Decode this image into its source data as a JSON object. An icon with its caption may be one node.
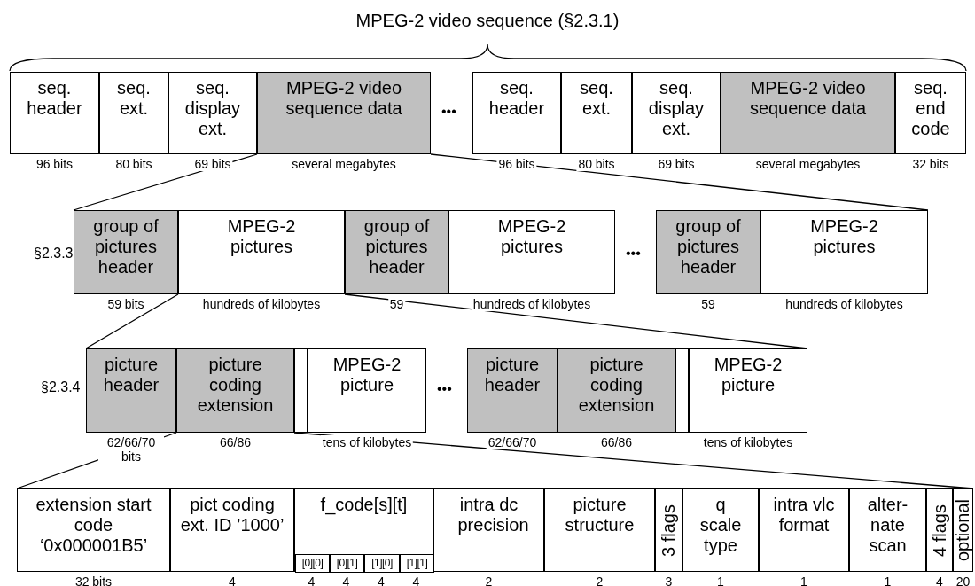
{
  "diagram": {
    "title": "MPEG-2 video sequence (§2.3.1)",
    "nodes": [
      {
        "text": [
          "seq. header"
        ],
        "beside": [
          "96 bits"
        ]
      },
      {
        "text": [
          "seq. ext."
        ],
        "beside": [
          "80 bits"
        ]
      },
      {
        "text": [
          "seq. display ext."
        ],
        "beside": [
          "69 bits"
        ]
      },
      {
        "text": [
          "MPEG-2 video sequence data"
        ],
        "beside": [
          "several megabytes"
        ]
      },
      {
        "text": [
          "seq. header"
        ],
        "beside": [
          "96 bits"
        ]
      },
      {
        "text": [
          "seq. ext."
        ],
        "beside": [
          "80 bits"
        ]
      },
      {
        "text": [
          "seq. display ext."
        ],
        "beside": [
          "69 bits"
        ]
      },
      {
        "text": [
          "MPEG-2 video sequence data"
        ],
        "beside": [
          "several megabytes"
        ]
      },
      {
        "text": [
          "seq. end code"
        ],
        "beside": [
          "32 bits"
        ]
      },
      {
        "text": [
          "group of pictures header"
        ],
        "beside": [
          "59 bits"
        ]
      },
      {
        "text": [
          "MPEG-2 pictures"
        ],
        "beside": [
          "hundreds of kilobytes"
        ]
      },
      {
        "text": [
          "group of pictures header"
        ],
        "beside": [
          "59"
        ]
      },
      {
        "text": [
          "MPEG-2 pictures"
        ],
        "beside": [
          "hundreds of kilobytes"
        ]
      },
      {
        "text": [
          "group of pictures header"
        ],
        "beside": [
          "59"
        ]
      },
      {
        "text": [
          "MPEG-2 pictures"
        ],
        "beside": [
          "hundreds of kilobytes"
        ]
      },
      {
        "text": [
          "picture header"
        ],
        "beside": [
          "62/66/70 bits"
        ]
      },
      {
        "text": [
          "picture coding extension"
        ],
        "beside": [
          "66/86"
        ]
      },
      {
        "text": [],
        "shape": "box"
      },
      {
        "text": [
          "MPEG-2 picture"
        ],
        "beside": [
          "tens of kilobytes"
        ]
      },
      {
        "text": [
          "picture header"
        ],
        "beside": [
          "62/66/70"
        ]
      },
      {
        "text": [
          "picture coding extension"
        ],
        "beside": [
          "66/86"
        ]
      },
      {
        "text": [],
        "shape": "box"
      },
      {
        "text": [
          "MPEG-2 picture"
        ],
        "beside": [
          "tens of kilobytes"
        ]
      },
      {
        "text": [
          "extension start code ‘0x000001B5’"
        ],
        "beside": [
          "32 bits"
        ]
      },
      {
        "text": [
          "pict coding ext. ID ’1000’"
        ],
        "beside": [
          "4"
        ]
      },
      {
        "text": [
          "f_code[s][t]"
        ]
      },
      {
        "text": [
          "[0][0]"
        ],
        "beside": [
          "4"
        ],
        "in": 25
      },
      {
        "text": [
          "[0][1]"
        ],
        "beside": [
          "4"
        ],
        "in": 25
      },
      {
        "text": [
          "[1][0]"
        ],
        "beside": [
          "4"
        ],
        "in": 25
      },
      {
        "text": [
          "[1][1]"
        ],
        "beside": [
          "4"
        ],
        "in": 25
      },
      {
        "text": [
          "intra dc precision"
        ],
        "beside": [
          "2"
        ]
      },
      {
        "text": [
          "picture structure"
        ],
        "beside": [
          "2"
        ]
      },
      {
        "text": [
          "3 flags"
        ],
        "beside": [
          "3"
        ]
      },
      {
        "text": [
          "q scale type"
        ],
        "beside": [
          "1"
        ]
      },
      {
        "text": [
          "intra vlc format"
        ],
        "beside": [
          "1"
        ]
      },
      {
        "text": [
          "alter- nate scan"
        ],
        "beside": [
          "1"
        ]
      },
      {
        "text": [
          "4 flags"
        ],
        "beside": [
          "4"
        ]
      },
      {
        "text": [
          "optional"
        ],
        "beside": [
          "20"
        ]
      }
    ],
    "edges": [
      {
        "from": 3,
        "to": 9,
        "arrow": "none"
      },
      {
        "from": 3,
        "to": 14,
        "arrow": "none"
      },
      {
        "from": 10,
        "to": 15,
        "arrow": "none"
      },
      {
        "from": 10,
        "to": 22,
        "arrow": "none"
      },
      {
        "from": 16,
        "to": 23,
        "arrow": "none"
      },
      {
        "from": 16,
        "to": 37,
        "arrow": "none"
      }
    ],
    "labels": [
      "•••",
      "§2.3.3",
      "•••",
      "§2.3.4",
      "•••"
    ]
  }
}
